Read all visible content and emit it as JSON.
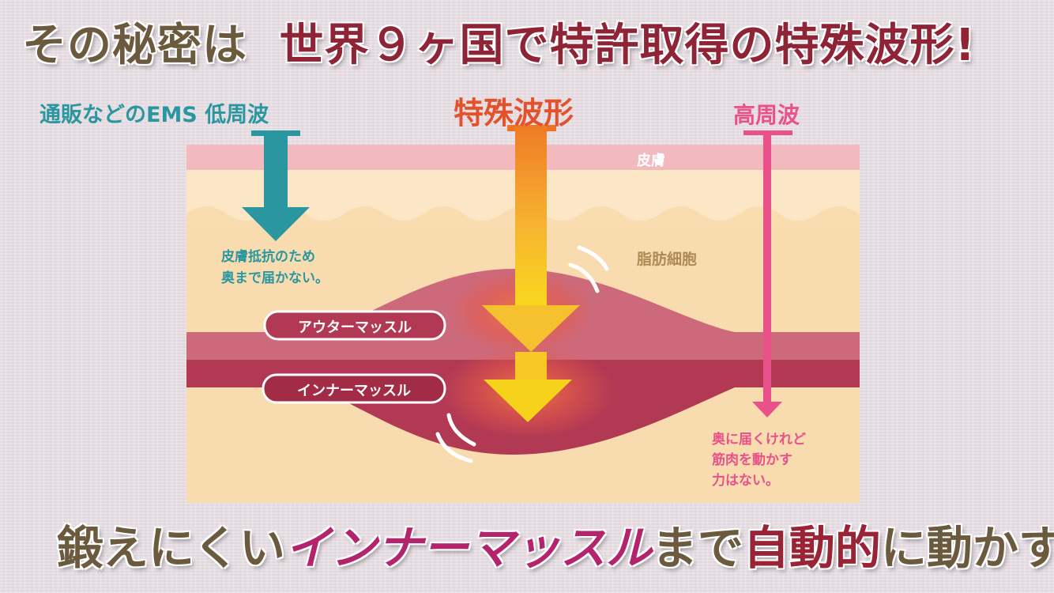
{
  "headline": {
    "part1": "その秘密は",
    "part2": "世界９ヶ国で特許取得の特殊波形!"
  },
  "footline": {
    "part1": "鍛えにくい",
    "part2": "インナーマッスル",
    "part3": "まで",
    "part4": "自動的",
    "part5": "に動かす"
  },
  "diagram": {
    "low_freq_title": "通販などのEMS 低周波",
    "special_title": "特殊波形",
    "high_freq_title": "高周波",
    "skin_label": "皮膚",
    "fat_label": "脂肪細胞",
    "outer_muscle": "アウターマッスル",
    "inner_muscle": "インナーマッスル",
    "low_note": [
      "皮膚抵抗のため",
      "奥まで届かない。"
    ],
    "high_note": [
      "奥に届くけれど",
      "筋肉を動かす",
      "力はない。"
    ]
  },
  "colors": {
    "teal": "#2a97a0",
    "orange_title": "#e2522b",
    "pink": "#e8518a",
    "skin": "#f2b9be",
    "fat": "#fbe7c6",
    "muscle_outer": "#c85d72",
    "muscle_inner": "#b63b55"
  }
}
